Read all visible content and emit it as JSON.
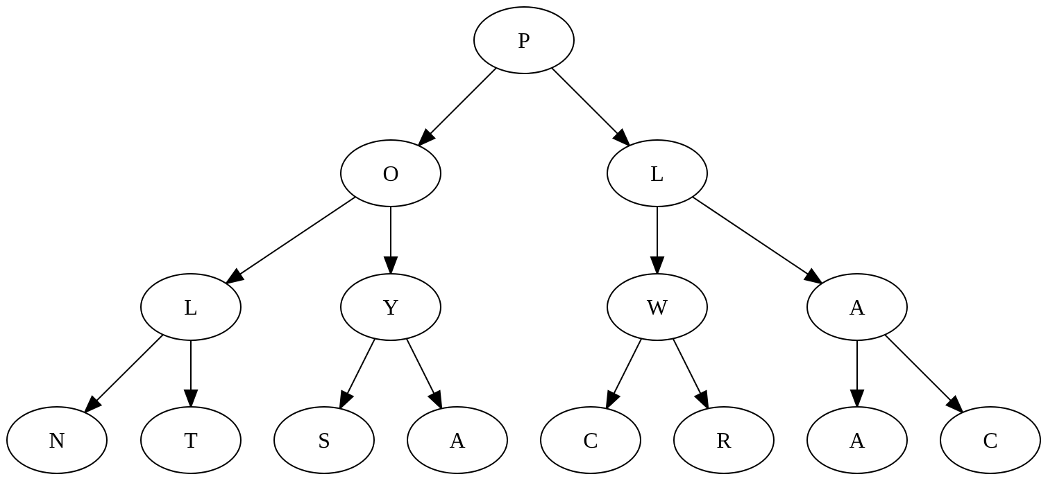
{
  "tree": {
    "nodes": [
      {
        "id": "n0",
        "label": "P"
      },
      {
        "id": "n1",
        "label": "O"
      },
      {
        "id": "n2",
        "label": "L"
      },
      {
        "id": "n3",
        "label": "L"
      },
      {
        "id": "n4",
        "label": "Y"
      },
      {
        "id": "n5",
        "label": "W"
      },
      {
        "id": "n6",
        "label": "A"
      },
      {
        "id": "n7",
        "label": "N"
      },
      {
        "id": "n8",
        "label": "T"
      },
      {
        "id": "n9",
        "label": "S"
      },
      {
        "id": "n10",
        "label": "A"
      },
      {
        "id": "n11",
        "label": "C"
      },
      {
        "id": "n12",
        "label": "R"
      },
      {
        "id": "n13",
        "label": "A"
      },
      {
        "id": "n14",
        "label": "C"
      }
    ],
    "edges": [
      {
        "from": "n0",
        "to": "n1"
      },
      {
        "from": "n0",
        "to": "n2"
      },
      {
        "from": "n1",
        "to": "n3"
      },
      {
        "from": "n1",
        "to": "n4"
      },
      {
        "from": "n2",
        "to": "n5"
      },
      {
        "from": "n2",
        "to": "n6"
      },
      {
        "from": "n3",
        "to": "n7"
      },
      {
        "from": "n3",
        "to": "n8"
      },
      {
        "from": "n4",
        "to": "n9"
      },
      {
        "from": "n4",
        "to": "n10"
      },
      {
        "from": "n5",
        "to": "n11"
      },
      {
        "from": "n5",
        "to": "n12"
      },
      {
        "from": "n6",
        "to": "n13"
      },
      {
        "from": "n6",
        "to": "n14"
      }
    ]
  }
}
